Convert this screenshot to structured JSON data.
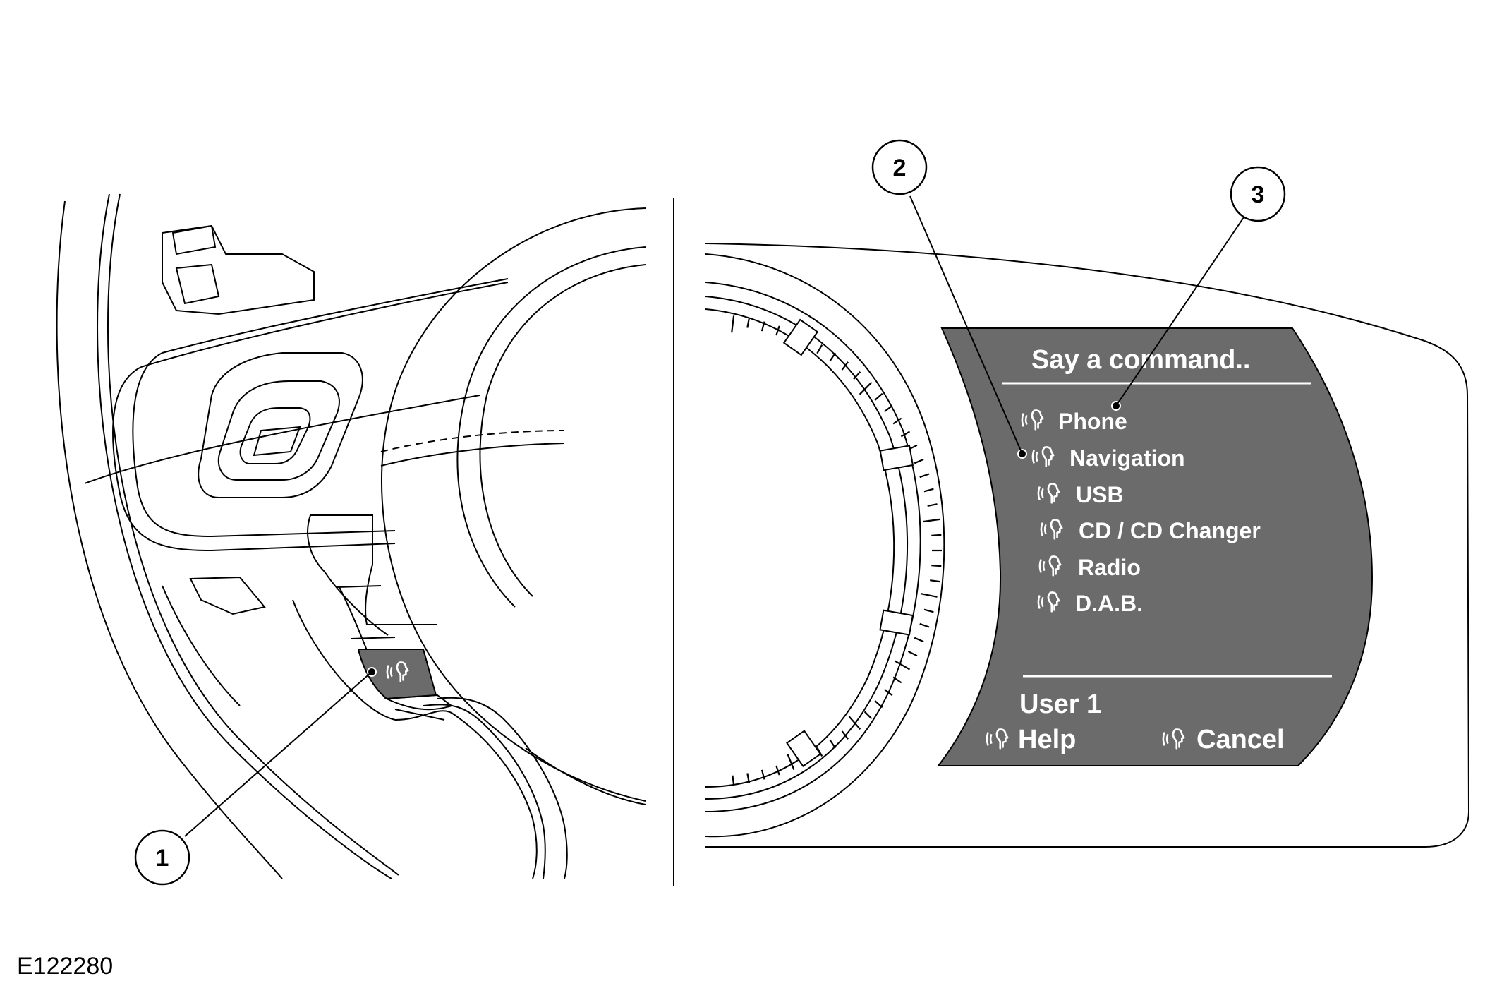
{
  "callouts": [
    {
      "label": "1",
      "target": "voice-control-button"
    },
    {
      "label": "2",
      "target": "voice-command-icon"
    },
    {
      "label": "3",
      "target": "voice-command-item"
    }
  ],
  "display": {
    "prompt": "Say a command..",
    "menu_items": [
      "Phone",
      "Navigation",
      "USB",
      "CD / CD Changer",
      "Radio",
      "D.A.B."
    ],
    "user_label": "User 1",
    "help_label": "Help",
    "cancel_label": "Cancel",
    "voice_icon": "voice-command-icon"
  },
  "colors": {
    "screen_bg": "#6b6b6b",
    "line": "#000000",
    "screen_text": "#ffffff"
  },
  "reference_code": "E122280"
}
